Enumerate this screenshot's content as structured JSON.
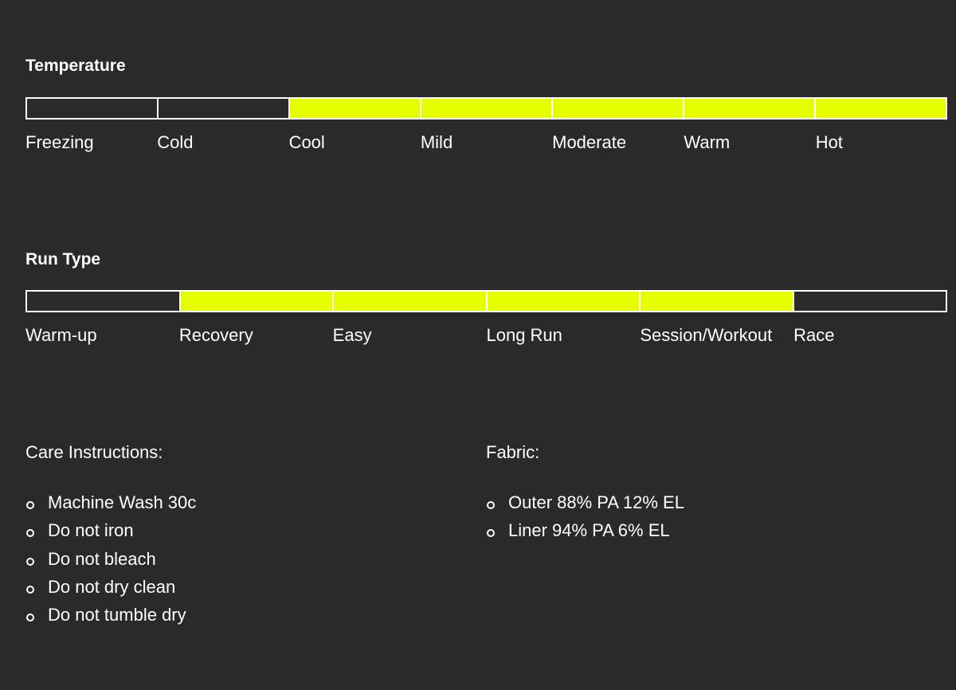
{
  "temperature": {
    "title": "Temperature",
    "levels": [
      "Freezing",
      "Cold",
      "Cool",
      "Mild",
      "Moderate",
      "Warm",
      "Hot"
    ],
    "active": [
      false,
      false,
      true,
      true,
      true,
      true,
      true
    ]
  },
  "run_type": {
    "title": "Run Type",
    "levels": [
      "Warm-up",
      "Recovery",
      "Easy",
      "Long Run",
      "Session/Workout",
      "Race"
    ],
    "active": [
      false,
      true,
      true,
      true,
      true,
      false
    ]
  },
  "care": {
    "heading": "Care Instructions:",
    "items": [
      "Machine Wash 30c",
      "Do not iron",
      "Do not bleach",
      "Do not dry clean",
      "Do not tumble dry"
    ]
  },
  "fabric": {
    "heading": "Fabric:",
    "items": [
      "Outer 88% PA 12% EL",
      "Liner 94% PA 6% EL"
    ]
  },
  "colors": {
    "background": "#2b2a2b",
    "accent": "#e6ff00",
    "text": "#ffffff"
  }
}
